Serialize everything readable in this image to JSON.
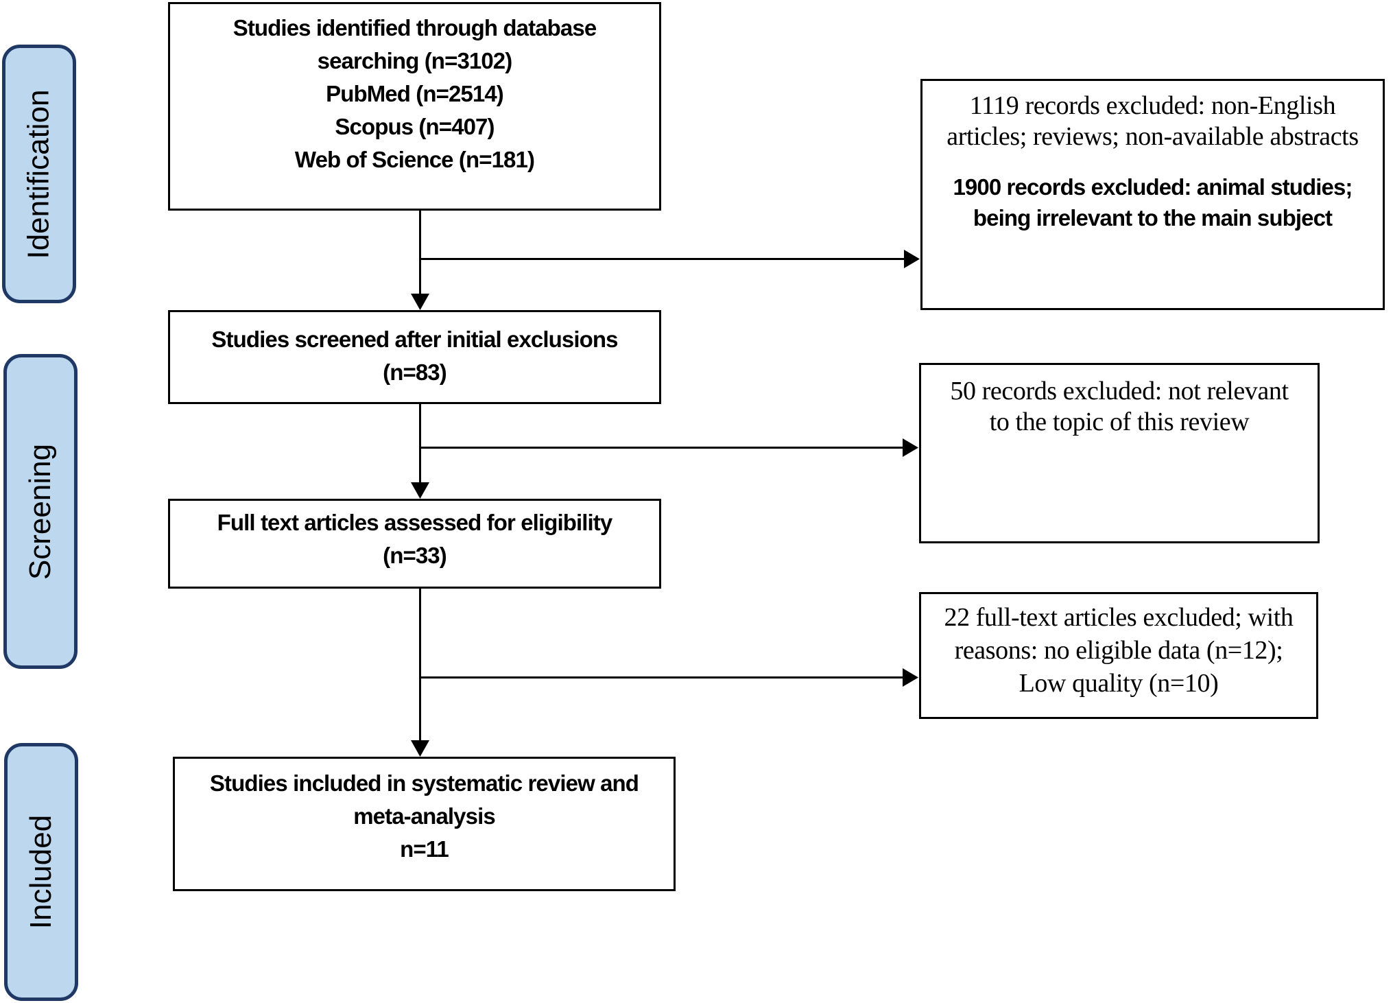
{
  "colors": {
    "background": "#ffffff",
    "stage-fill": "#bdd7ee",
    "stage-border": "#1f3864",
    "box-border": "#000000",
    "box-fill": "#ffffff",
    "text": "#000000",
    "arrow": "#000000"
  },
  "stages": [
    {
      "label": "Identification"
    },
    {
      "label": "Screening"
    },
    {
      "label": "Included"
    }
  ],
  "flow": [
    {
      "lines": [
        "Studies identified through database",
        "searching (n=3102)",
        "PubMed (n=2514)",
        "Scopus (n=407)",
        "Web of Science (n=181)"
      ]
    },
    {
      "lines": [
        "Studies screened after initial exclusions",
        "(n=83)"
      ]
    },
    {
      "lines": [
        "Full text articles assessed for eligibility",
        "(n=33)"
      ]
    },
    {
      "lines": [
        "Studies included in systematic review and",
        "meta-analysis",
        "n=11"
      ]
    }
  ],
  "exclusions": [
    {
      "serif_lines": [
        "1119 records excluded: non-English",
        "articles; reviews; non-available abstracts"
      ],
      "bold_lines": [
        "1900 records excluded: animal studies;",
        "being irrelevant to the main subject"
      ]
    },
    {
      "serif_lines": [
        "50 records excluded: not relevant",
        "to the topic of this review"
      ]
    },
    {
      "serif_lines": [
        "22 full-text articles excluded; with",
        "reasons: no eligible data (n=12);",
        "Low quality (n=10)"
      ]
    }
  ]
}
